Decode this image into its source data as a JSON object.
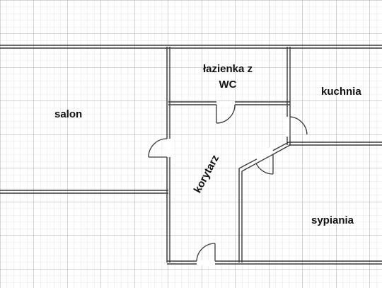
{
  "rooms": {
    "salon": "salon",
    "bathroom_line1": "łazienka z",
    "bathroom_line2": "WC",
    "kitchen": "kuchnia",
    "corridor": "korytarz",
    "bedroom": "sypiania"
  },
  "colors": {
    "background": "#ffffff",
    "grid_minor": "#d4d4d4",
    "grid_major": "#a8a8a8",
    "wall": "#3a3a3a",
    "wall_fill": "#ffffff",
    "text": "#111111"
  }
}
